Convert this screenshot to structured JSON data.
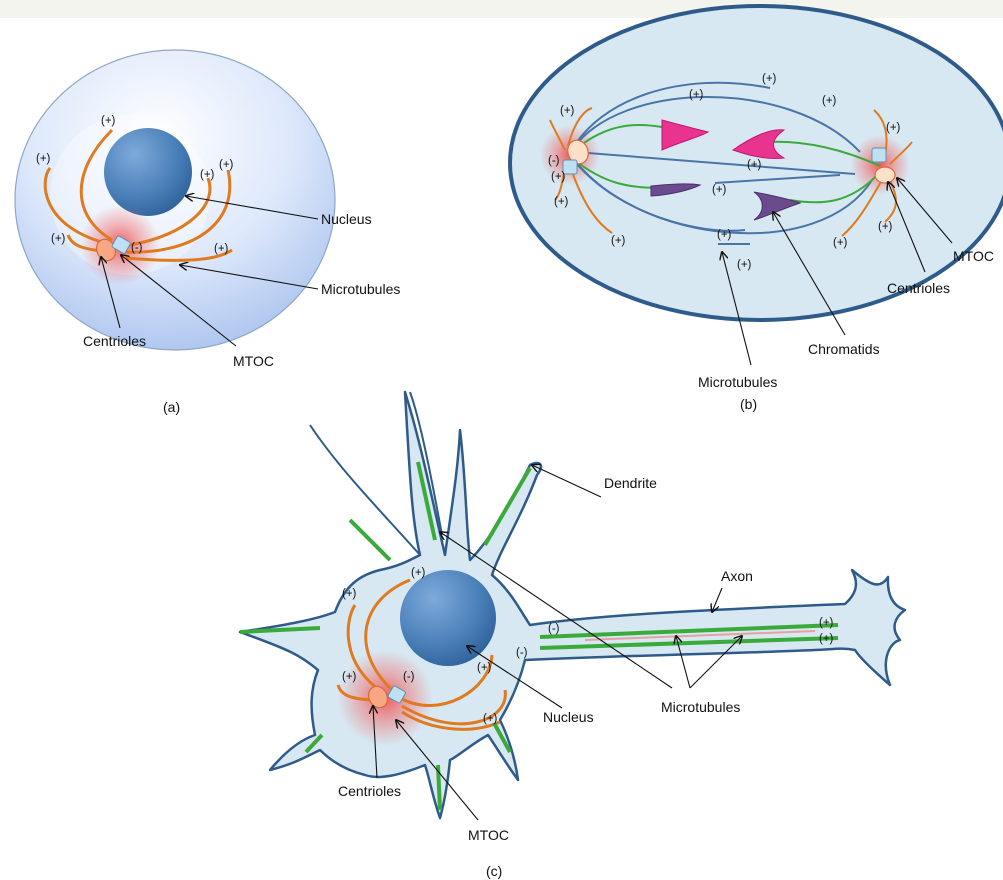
{
  "panel_a": {
    "caption": "(a)",
    "labels": {
      "nucleus": "Nucleus",
      "microtubules": "Microtubules",
      "centrioles": "Centrioles",
      "mtoc": "MTOC"
    },
    "plus": "(+)",
    "minus": "(-)"
  },
  "panel_b": {
    "caption": "(b)",
    "labels": {
      "mtoc": "MTOC",
      "centrioles": "Centrioles",
      "chromatids": "Chromatids",
      "microtubules": "Microtubules"
    },
    "plus": "(+)",
    "minus": "(-)"
  },
  "panel_c": {
    "caption": "(c)",
    "labels": {
      "dendrite": "Dendrite",
      "axon": "Axon",
      "microtubules": "Microtubules",
      "nucleus": "Nucleus",
      "centrioles": "Centrioles",
      "mtoc": "MTOC"
    },
    "plus": "(+)",
    "minus": "(-)"
  },
  "colors": {
    "cell_fill": "#d7e8f2",
    "cell_stroke": "#2f5b8a",
    "nucleus": "#4a7fb8",
    "microtubule_orange": "#e07a1f",
    "microtubule_blue": "#4a74a8",
    "microtubule_green": "#3aaa3a",
    "chromatid_pink": "#e8338f",
    "chromatid_purple": "#6b4a8e",
    "mtoc_glow": "#f05050"
  }
}
